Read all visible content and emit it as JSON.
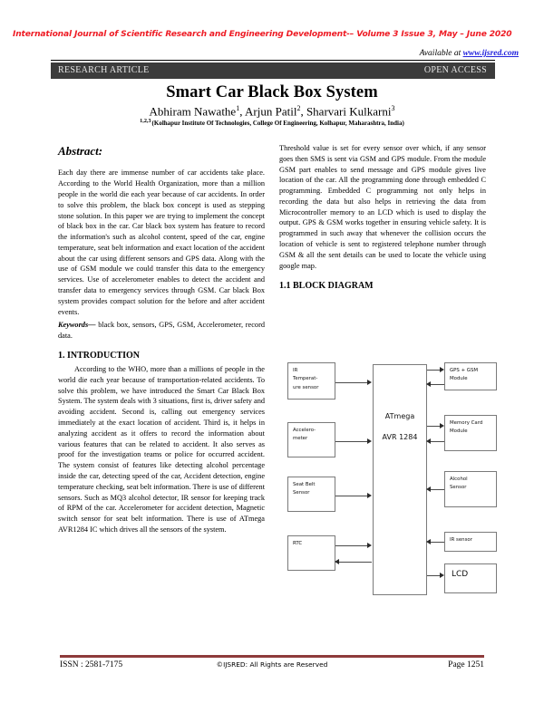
{
  "header": {
    "journal_line": "International Journal of Scientific Research and Engineering Development-– Volume 3 Issue 3, May – June 2020",
    "available_label": "Available at ",
    "available_url": "www.ijsred.com",
    "article_type": "RESEARCH ARTICLE",
    "access_type": "OPEN ACCESS",
    "accent_red": "#ee1c25",
    "bar_color": "#3c3c3c",
    "link_color": "#2222dd"
  },
  "title_block": {
    "title": "Smart Car Black Box System",
    "authors_html": "Abhiram Nawathe",
    "author1": "Abhiram Nawathe",
    "author1_sup": "1",
    "author2": "Arjun Patil",
    "author2_sup": "2",
    "author3": "Sharvari Kulkarni",
    "author3_sup": "3",
    "affiliation_sup": "1,2,3",
    "affiliation": "(Kolhapur Institute Of Technologies, College Of Engineering, Kolhapur, Maharashtra, India)"
  },
  "left_column": {
    "abstract_heading": "Abstract:",
    "abstract_text": "Each day there are immense number of car accidents take place. According to the World Health Organization, more than a million people in the world die each year because of car accidents. In order to solve this problem, the black box concept is used as stepping stone solution. In this paper we are trying to implement the concept of black box in the car. Car black box system has feature to record the information's such as alcohol content, speed of the car, engine temperature, seat belt information and exact location of the accident about the car using different sensors and GPS data. Along with the use of GSM module we could transfer this data to the emergency services. Use of accelerometer enables to detect the accident and transfer data to emergency services through GSM. Car black Box system provides compact solution for the before and after accident events.",
    "keywords_label": "Keywords—",
    "keywords_text": " black box, sensors, GPS, GSM, Accelerometer, record data.",
    "intro_heading": "1. INTRODUCTION",
    "intro_text": "According to the WHO, more than a millions of people in the world die each year because of transportation-related accidents. To solve this problem, we have introduced the Smart Car Black Box System. The system deals with 3 situations, first is, driver safety and avoiding accident. Second is, calling out emergency services immediately at the exact location of accident. Third is, it helps in analyzing accident as it offers to record the information about various features that can be related to accident. It also serves as proof for the investigation teams or police for occurred accident. The system consist  of features like detecting alcohol percentage inside the car, detecting speed of the car, Accident detection, engine temperature checking, seat belt information. There is use of different sensors. Such as MQ3 alcohol detector, IR sensor for keeping track of RPM of the car. Accelerometer for accident detection, Magnetic switch sensor for seat belt information. There is use of ATmega AVR1284 IC which drives all the sensors of the system."
  },
  "right_column": {
    "body_text": "Threshold value is set for every sensor over which, if any sensor goes then SMS is sent via GSM and GPS module. From the module GSM part enables to send message and GPS module gives live location of the car. All the programming done through embedded C programming. Embedded C programming not only helps in recording the data but also helps in retrieving the data from Microcontroller memory to an LCD which is used to display the output. GPS & GSM works together in ensuring vehicle safety. It is programmed in such away that whenever the collision occurs the location of vehicle is sent to registered telephone number through GSM & all the sent details can be used to locate the vehicle using google map.",
    "diagram_heading": "1.1 BLOCK DIAGRAM"
  },
  "block_diagram": {
    "mcu_line1": "ATmega",
    "mcu_line2": "AVR 1284",
    "left_blocks": [
      {
        "label": "IR\nTemperat-\nure sensor",
        "name": "ir-temperature-sensor"
      },
      {
        "label": "Accelero-\nmeter",
        "name": "accelerometer"
      },
      {
        "label": "Seat Belt\nSensor",
        "name": "seat-belt-sensor"
      },
      {
        "label": "RTC",
        "name": "rtc"
      }
    ],
    "right_blocks": [
      {
        "label": "GPS + GSM\nModule",
        "name": "gps-gsm-module"
      },
      {
        "label": "Memory Card\nModule",
        "name": "memory-card-module"
      },
      {
        "label": "Alcohol\nSensor",
        "name": "alcohol-sensor"
      },
      {
        "label": "IR sensor",
        "name": "ir-sensor"
      },
      {
        "label": "LCD",
        "name": "lcd"
      }
    ]
  },
  "footer": {
    "issn": "ISSN : 2581-7175",
    "copyright": "©IJSRED: All Rights are Reserved",
    "page": "Page 1251",
    "rule_color": "#8e3b3b"
  }
}
